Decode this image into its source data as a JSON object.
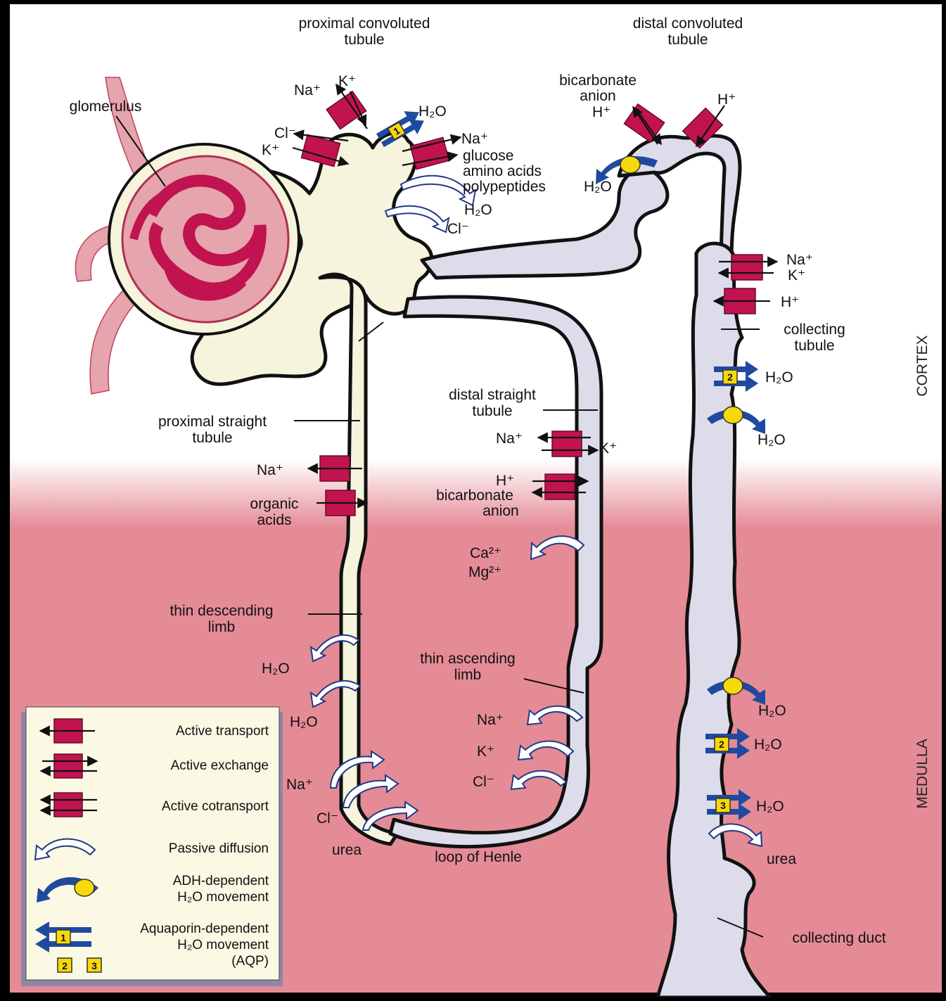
{
  "labels": {
    "pct_line1": "proximal convoluted",
    "pct_line2": "tubule",
    "dct_line1": "distal convoluted",
    "dct_line2": "tubule",
    "glomerulus": "glomerulus",
    "pst_line1": "proximal straight",
    "pst_line2": "tubule",
    "dst_line1": "distal straight",
    "dst_line2": "tubule",
    "ct_line1": "collecting",
    "ct_line2": "tubule",
    "tdl_line1": "thin descending",
    "tdl_line2": "limb",
    "tal_line1": "thin ascending",
    "tal_line2": "limb",
    "loop": "loop of Henle",
    "cd": "collecting duct",
    "cortex": "CORTEX",
    "medulla": "MEDULLA"
  },
  "ions": {
    "na": "Na⁺",
    "k": "K⁺",
    "cl": "Cl⁻",
    "h": "H⁺",
    "h2o": "H₂O",
    "bicarb_line1": "bicarbonate",
    "bicarb_line2": "anion",
    "glucose": "glucose",
    "amino": "amino acids",
    "poly": "polypeptides",
    "organic_line1": "organic",
    "organic_line2": "acids",
    "ca": "Ca²⁺",
    "mg": "Mg²⁺",
    "urea": "urea"
  },
  "aqp_numbers": {
    "one": "1",
    "two": "2",
    "three": "3"
  },
  "legend": {
    "active_transport": "Active transport",
    "active_exchange": "Active exchange",
    "active_cotransport": "Active cotransport",
    "passive_diffusion": "Passive diffusion",
    "adh_line1": "ADH-dependent",
    "adh_line2": "H₂O movement",
    "aqp_line1": "Aquaporin-dependent",
    "aqp_line2": "H₂O movement",
    "aqp_line3": "(AQP)"
  },
  "colors": {
    "medulla": "#e58b96",
    "cortex": "#ffffff",
    "pump": "#c0134f",
    "proximal_tubule": "#f6f4dc",
    "distal_tubule": "#dcdcea",
    "adh_arrow": "#1f4aa0",
    "aquaporin_box": "#f5d90a"
  }
}
